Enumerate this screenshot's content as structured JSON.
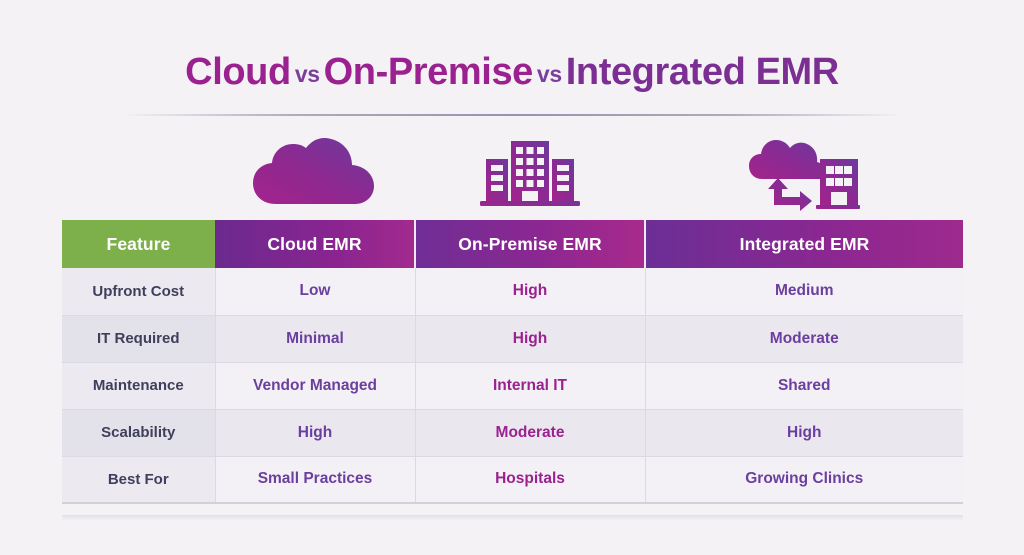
{
  "background_color": "#f4f2f5",
  "title": {
    "part1": "Cloud",
    "vs1": "vs",
    "part2": "On-Premise",
    "vs2": "vs",
    "part3": "Integrated EMR",
    "color_primary": "#9c2190",
    "color_vs": "#7b3f9b"
  },
  "icons": [
    {
      "name": "cloud-icon",
      "label": "Cloud EMR"
    },
    {
      "name": "office-buildings-icon",
      "label": "On-Premise EMR"
    },
    {
      "name": "cloud-building-sync-icon",
      "label": "Integrated EMR"
    }
  ],
  "table": {
    "headers": [
      {
        "label": "Feature",
        "color": "#7db04a"
      },
      {
        "label": "Cloud EMR",
        "color": "#8a2490"
      },
      {
        "label": "On-Premise EMR",
        "color": "#8c2791"
      },
      {
        "label": "Integrated EMR",
        "color": "#8a2791"
      }
    ],
    "rows": [
      {
        "feature": "Upfront Cost",
        "cloud": "Low",
        "onpremise": "High",
        "integrated": "Medium"
      },
      {
        "feature": "IT Required",
        "cloud": "Minimal",
        "onpremise": "High",
        "integrated": "Moderate"
      },
      {
        "feature": "Maintenance",
        "cloud": "Vendor Managed",
        "onpremise": "Internal IT",
        "integrated": "Shared"
      },
      {
        "feature": "Scalability",
        "cloud": "High",
        "onpremise": "Moderate",
        "integrated": "High"
      },
      {
        "feature": "Best For",
        "cloud": "Small Practices",
        "onpremise": "Hospitals",
        "integrated": "Growing Clinics"
      }
    ],
    "text_colors": {
      "feature": "#3f3f5c",
      "cloud": "#6b3f9e",
      "onpremise": "#9c2190",
      "integrated": "#6b3f9e"
    }
  }
}
